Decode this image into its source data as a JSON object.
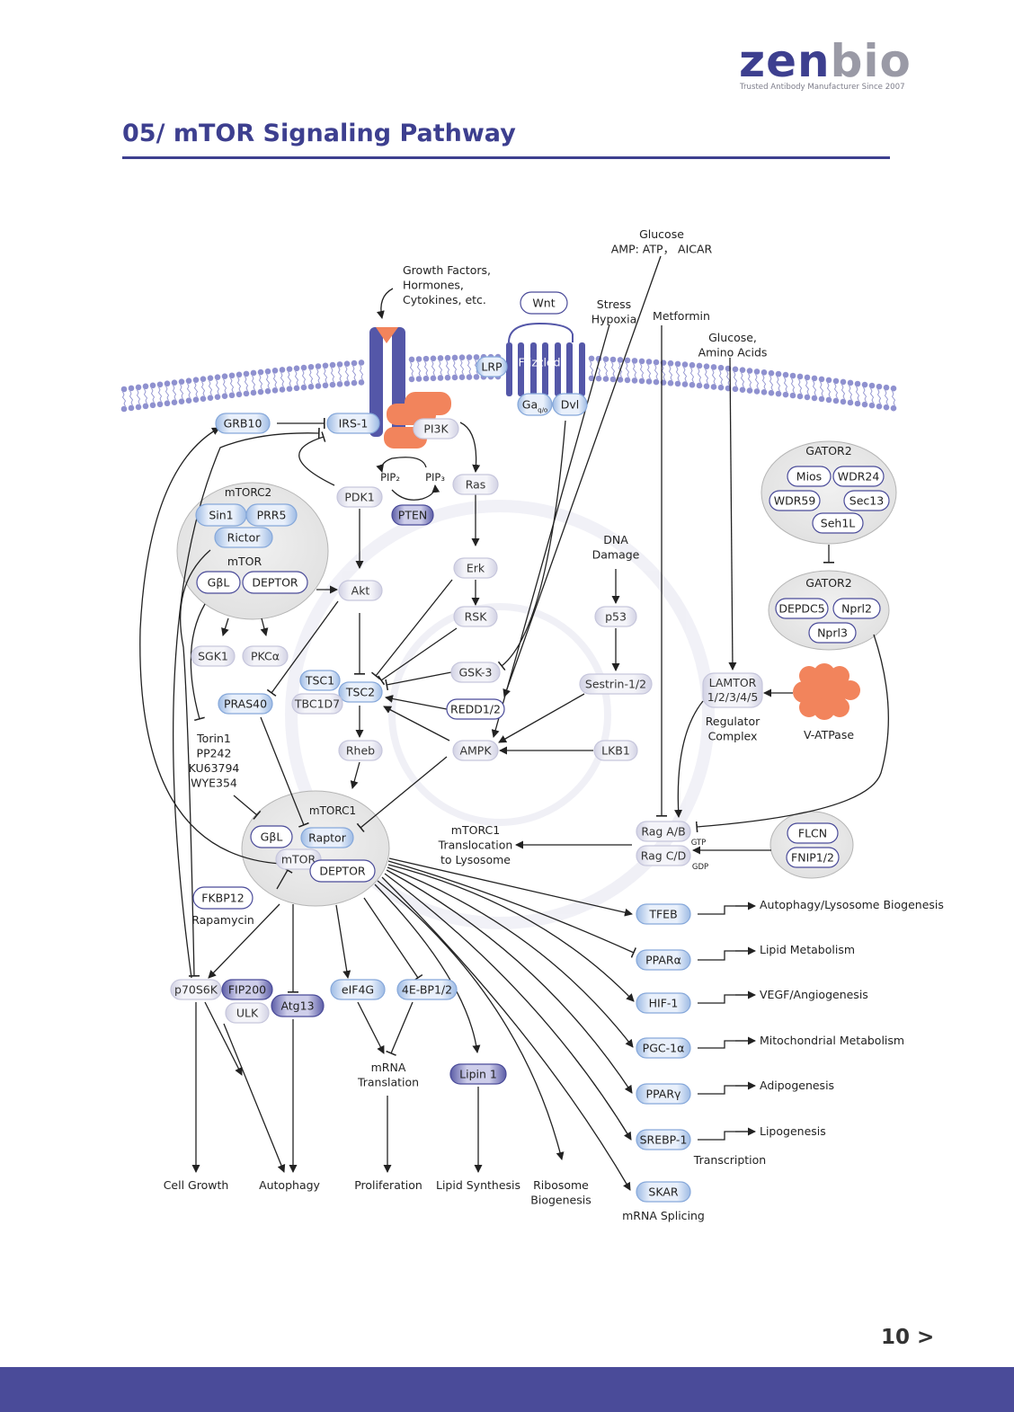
{
  "brand": {
    "name_part1": "zen",
    "name_part2": "bio",
    "tagline": "Trusted Antibody Manufacturer Since 2007"
  },
  "title": "05/ mTOR Signaling Pathway",
  "page_number": "10 >",
  "colors": {
    "brand": "#3d3f8f",
    "footer": "#4a4b99",
    "membrane": "#8f91cf",
    "receptor": "#5457a8",
    "orange": "#f2845c"
  },
  "texts": [
    {
      "id": "growth-factors",
      "lines": [
        "Growth Factors,",
        "Hormones,",
        "Cytokines, etc."
      ]
    },
    {
      "id": "glucose-amp",
      "lines": [
        "Glucose",
        "AMP: ATP， AICAR"
      ]
    },
    {
      "id": "stress-hypoxia",
      "lines": [
        "Stress",
        "Hypoxia"
      ]
    },
    {
      "id": "metformin",
      "lines": [
        "Metformin"
      ]
    },
    {
      "id": "glucose-aa",
      "lines": [
        "Glucose,",
        "Amino Acids"
      ]
    },
    {
      "id": "pip2",
      "lines": [
        "PIP₂"
      ]
    },
    {
      "id": "pip3",
      "lines": [
        "PIP₃"
      ]
    },
    {
      "id": "mtorc2-label",
      "lines": [
        "mTORC2"
      ]
    },
    {
      "id": "mtor-c2-label",
      "lines": [
        "mTOR"
      ]
    },
    {
      "id": "gator2-top-label",
      "lines": [
        "GATOR2"
      ]
    },
    {
      "id": "gator2-bot-label",
      "lines": [
        "GATOR2"
      ]
    },
    {
      "id": "dna-damage",
      "lines": [
        "DNA",
        "Damage"
      ]
    },
    {
      "id": "regulator-complex",
      "lines": [
        "Regulator",
        "Complex"
      ]
    },
    {
      "id": "v-atpase",
      "lines": [
        "V-ATPase"
      ]
    },
    {
      "id": "torin",
      "lines": [
        "Torin1",
        "PP242",
        "KU63794",
        "WYE354"
      ]
    },
    {
      "id": "mtorc1-label",
      "lines": [
        "mTORC1"
      ]
    },
    {
      "id": "mtorc1-translocation",
      "lines": [
        "mTORC1",
        "Translocation",
        "to Lysosome"
      ]
    },
    {
      "id": "gtp",
      "lines": [
        "GTP"
      ]
    },
    {
      "id": "gdp",
      "lines": [
        "GDP"
      ]
    },
    {
      "id": "rapamycin",
      "lines": [
        "Rapamycin"
      ]
    },
    {
      "id": "mrna-translation",
      "lines": [
        "mRNA",
        "Translation"
      ]
    },
    {
      "id": "cell-growth",
      "lines": [
        "Cell Growth"
      ]
    },
    {
      "id": "autophagy",
      "lines": [
        "Autophagy"
      ]
    },
    {
      "id": "proliferation",
      "lines": [
        "Proliferation"
      ]
    },
    {
      "id": "lipid-synthesis",
      "lines": [
        "Lipid Synthesis"
      ]
    },
    {
      "id": "ribosome-biogenesis",
      "lines": [
        "Ribosome",
        "Biogenesis"
      ]
    },
    {
      "id": "mrna-splicing",
      "lines": [
        "mRNA Splicing"
      ]
    },
    {
      "id": "transcription",
      "lines": [
        "Transcription"
      ]
    },
    {
      "id": "out-autophagy-lysosome",
      "lines": [
        "Autophagy/Lysosome Biogenesis"
      ]
    },
    {
      "id": "out-lipid-metabolism",
      "lines": [
        "Lipid Metabolism"
      ]
    },
    {
      "id": "out-vegf",
      "lines": [
        "VEGF/Angiogenesis"
      ]
    },
    {
      "id": "out-mito",
      "lines": [
        "Mitochondrial Metabolism"
      ]
    },
    {
      "id": "out-adipogenesis",
      "lines": [
        "Adipogenesis"
      ]
    },
    {
      "id": "out-lipogenesis",
      "lines": [
        "Lipogenesis"
      ]
    }
  ],
  "nodes": [
    {
      "id": "grb10",
      "label": "GRB10",
      "style": "blue"
    },
    {
      "id": "irs1",
      "label": "IRS-1",
      "style": "blue"
    },
    {
      "id": "pi3k",
      "label": "PI3K",
      "style": "gray"
    },
    {
      "id": "wnt",
      "label": "Wnt",
      "style": "white"
    },
    {
      "id": "lrp",
      "label": "LRP",
      "style": "blue"
    },
    {
      "id": "frizzled",
      "label": "Frizzled",
      "style": "plain"
    },
    {
      "id": "gaqo",
      "label": "Ga",
      "sub": "q/o",
      "style": "blue"
    },
    {
      "id": "dvl",
      "label": "Dvl",
      "style": "blue"
    },
    {
      "id": "ras",
      "label": "Ras",
      "style": "gray"
    },
    {
      "id": "pdk1",
      "label": "PDK1",
      "style": "gray"
    },
    {
      "id": "pten",
      "label": "PTEN",
      "style": "dark"
    },
    {
      "id": "sin1",
      "label": "Sin1",
      "style": "blue"
    },
    {
      "id": "prr5",
      "label": "PRR5",
      "style": "blue"
    },
    {
      "id": "rictor",
      "label": "Rictor",
      "style": "blue"
    },
    {
      "id": "gbl2",
      "label": "GβL",
      "style": "white"
    },
    {
      "id": "deptor2",
      "label": "DEPTOR",
      "style": "white"
    },
    {
      "id": "akt",
      "label": "Akt",
      "style": "gray"
    },
    {
      "id": "erk",
      "label": "Erk",
      "style": "gray"
    },
    {
      "id": "rsk",
      "label": "RSK",
      "style": "gray"
    },
    {
      "id": "sgk1",
      "label": "SGK1",
      "style": "gray"
    },
    {
      "id": "pkca",
      "label": "PKCα",
      "style": "gray"
    },
    {
      "id": "mios",
      "label": "Mios",
      "style": "white"
    },
    {
      "id": "wdr24",
      "label": "WDR24",
      "style": "white"
    },
    {
      "id": "wdr59",
      "label": "WDR59",
      "style": "white"
    },
    {
      "id": "sec13",
      "label": "Sec13",
      "style": "white"
    },
    {
      "id": "seh1l",
      "label": "Seh1L",
      "style": "white"
    },
    {
      "id": "depdc5",
      "label": "DEPDC5",
      "style": "white"
    },
    {
      "id": "nprl2",
      "label": "Nprl2",
      "style": "white"
    },
    {
      "id": "nprl3",
      "label": "Nprl3",
      "style": "white"
    },
    {
      "id": "p53",
      "label": "p53",
      "style": "gray"
    },
    {
      "id": "sestrin",
      "label": "Sestrin-1/2",
      "style": "gray"
    },
    {
      "id": "lamtor",
      "label": "LAMTOR",
      "label2": "1/2/3/4/5",
      "style": "gray"
    },
    {
      "id": "gsk3",
      "label": "GSK-3",
      "style": "gray"
    },
    {
      "id": "redd",
      "label": "REDD1/2",
      "style": "white"
    },
    {
      "id": "tsc1",
      "label": "TSC1",
      "style": "blue"
    },
    {
      "id": "tsc2",
      "label": "TSC2",
      "style": "blue"
    },
    {
      "id": "tbc1d7",
      "label": "TBC1D7",
      "style": "gray"
    },
    {
      "id": "pras40",
      "label": "PRAS40",
      "style": "blue"
    },
    {
      "id": "rheb",
      "label": "Rheb",
      "style": "gray"
    },
    {
      "id": "ampk",
      "label": "AMPK",
      "style": "gray"
    },
    {
      "id": "lkb1",
      "label": "LKB1",
      "style": "gray"
    },
    {
      "id": "gbl1",
      "label": "GβL",
      "style": "white"
    },
    {
      "id": "raptor",
      "label": "Raptor",
      "style": "blue"
    },
    {
      "id": "mtor1",
      "label": "mTOR",
      "style": "gray"
    },
    {
      "id": "deptor1",
      "label": "DEPTOR",
      "style": "white"
    },
    {
      "id": "ragab",
      "label": "Rag A/B",
      "style": "gray"
    },
    {
      "id": "ragcd",
      "label": "Rag C/D",
      "style": "gray"
    },
    {
      "id": "flcn",
      "label": "FLCN",
      "style": "white"
    },
    {
      "id": "fnip",
      "label": "FNIP1/2",
      "style": "white"
    },
    {
      "id": "fkbp12",
      "label": "FKBP12",
      "style": "white"
    },
    {
      "id": "p70s6k",
      "label": "p70S6K",
      "style": "gray"
    },
    {
      "id": "fip200",
      "label": "FIP200",
      "style": "dark"
    },
    {
      "id": "ulk",
      "label": "ULK",
      "style": "gray"
    },
    {
      "id": "atg13",
      "label": "Atg13",
      "style": "dark"
    },
    {
      "id": "eif4g",
      "label": "eIF4G",
      "style": "blue"
    },
    {
      "id": "4ebp",
      "label": "4E-BP1/2",
      "style": "blue"
    },
    {
      "id": "lipin1",
      "label": "Lipin 1",
      "style": "dark"
    },
    {
      "id": "tfeb",
      "label": "TFEB",
      "style": "blue"
    },
    {
      "id": "ppara",
      "label": "PPARα",
      "style": "blue"
    },
    {
      "id": "hif1",
      "label": "HIF-1",
      "style": "blue"
    },
    {
      "id": "pgc1a",
      "label": "PGC-1α",
      "style": "blue"
    },
    {
      "id": "pparg",
      "label": "PPARγ",
      "style": "blue"
    },
    {
      "id": "srebp1",
      "label": "SREBP-1",
      "style": "blue"
    },
    {
      "id": "skar",
      "label": "SKAR",
      "style": "blue"
    }
  ]
}
